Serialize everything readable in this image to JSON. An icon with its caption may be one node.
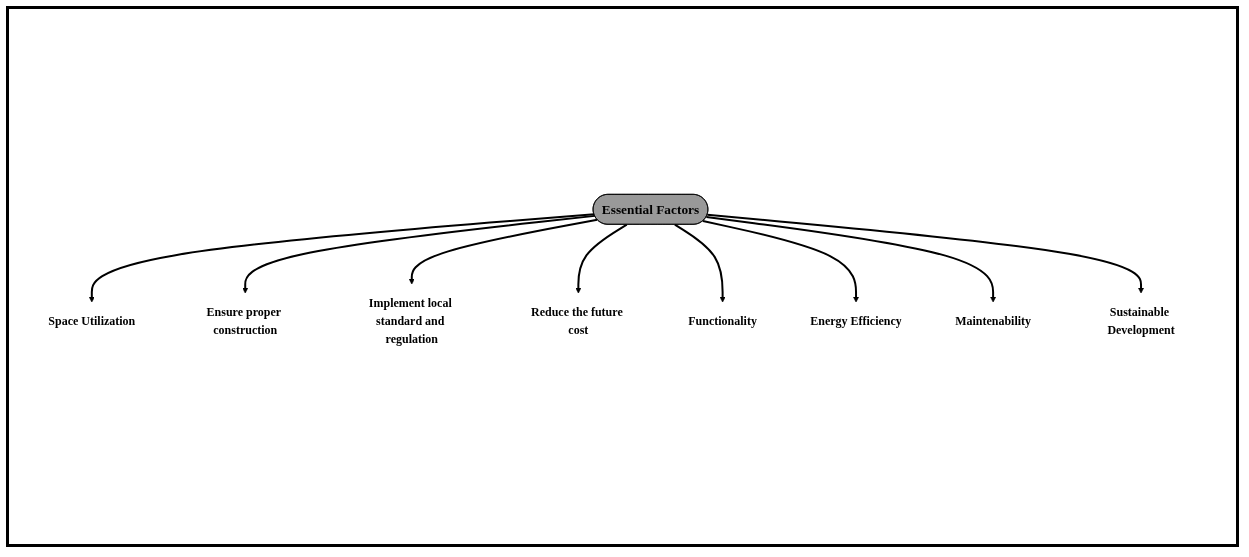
{
  "diagram": {
    "nodes": [
      {
        "text": [
          "Essential Factors"
        ]
      },
      {
        "text": [
          "Space Utilization"
        ]
      },
      {
        "text": [
          "Ensure proper construction"
        ]
      },
      {
        "text": [
          "Implement local standard and regulation"
        ]
      },
      {
        "text": [
          "Reduce the future cost"
        ]
      },
      {
        "text": [
          "Functionality"
        ]
      },
      {
        "text": [
          "Energy Efficiency"
        ]
      },
      {
        "text": [
          "Maintenability"
        ]
      },
      {
        "text": [
          "Sustainable Development"
        ]
      }
    ],
    "edges": [
      {
        "from": 0,
        "to": 1,
        "arrow": "to"
      },
      {
        "from": 0,
        "to": 2,
        "arrow": "to"
      },
      {
        "from": 0,
        "to": 3,
        "arrow": "to"
      },
      {
        "from": 0,
        "to": 4,
        "arrow": "to"
      },
      {
        "from": 0,
        "to": 5,
        "arrow": "to"
      },
      {
        "from": 0,
        "to": 6,
        "arrow": "to"
      },
      {
        "from": 0,
        "to": 7,
        "arrow": "to"
      },
      {
        "from": 0,
        "to": 8,
        "arrow": "to"
      }
    ]
  }
}
